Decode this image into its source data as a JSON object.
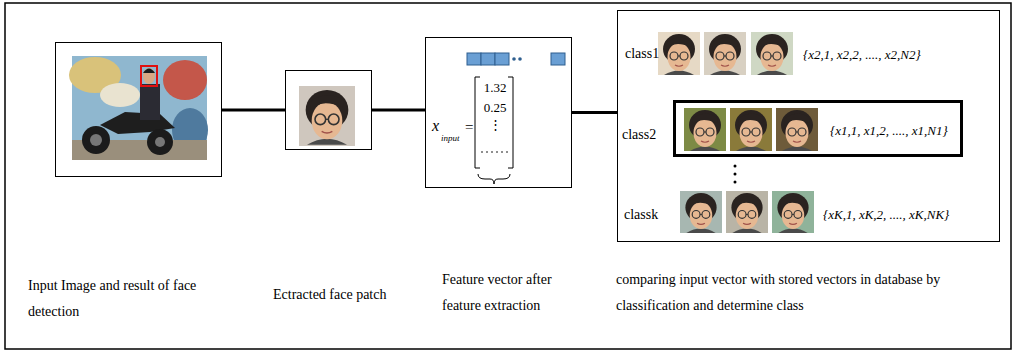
{
  "diagram": {
    "nodes": [
      {
        "text": [
          "Input Image and result of face detection"
        ]
      },
      {
        "text": [
          "Ectracted face patch"
        ]
      },
      {
        "text": [
          "Feature vector after feature extraction",
          "x",
          "input",
          "=",
          "1.32",
          "0.25",
          "⋮"
        ]
      },
      {
        "text": [
          "comparing input vector with stored vectors in database by classification and determine class",
          "class1",
          "{x2,1, x2,2, ...., x2,N2}",
          "class2",
          "classk",
          "{xK,1, xK,2, ...., xK,NK}"
        ]
      },
      {
        "text": [
          "{x1,1, x1,2, ...., x1,N1}"
        ],
        "in": 3
      }
    ],
    "edges": [
      {
        "from": 0,
        "to": 1,
        "arrow": "none"
      },
      {
        "from": 1,
        "to": 2,
        "arrow": "none"
      },
      {
        "from": 2,
        "to": 3,
        "arrow": "none"
      }
    ]
  }
}
